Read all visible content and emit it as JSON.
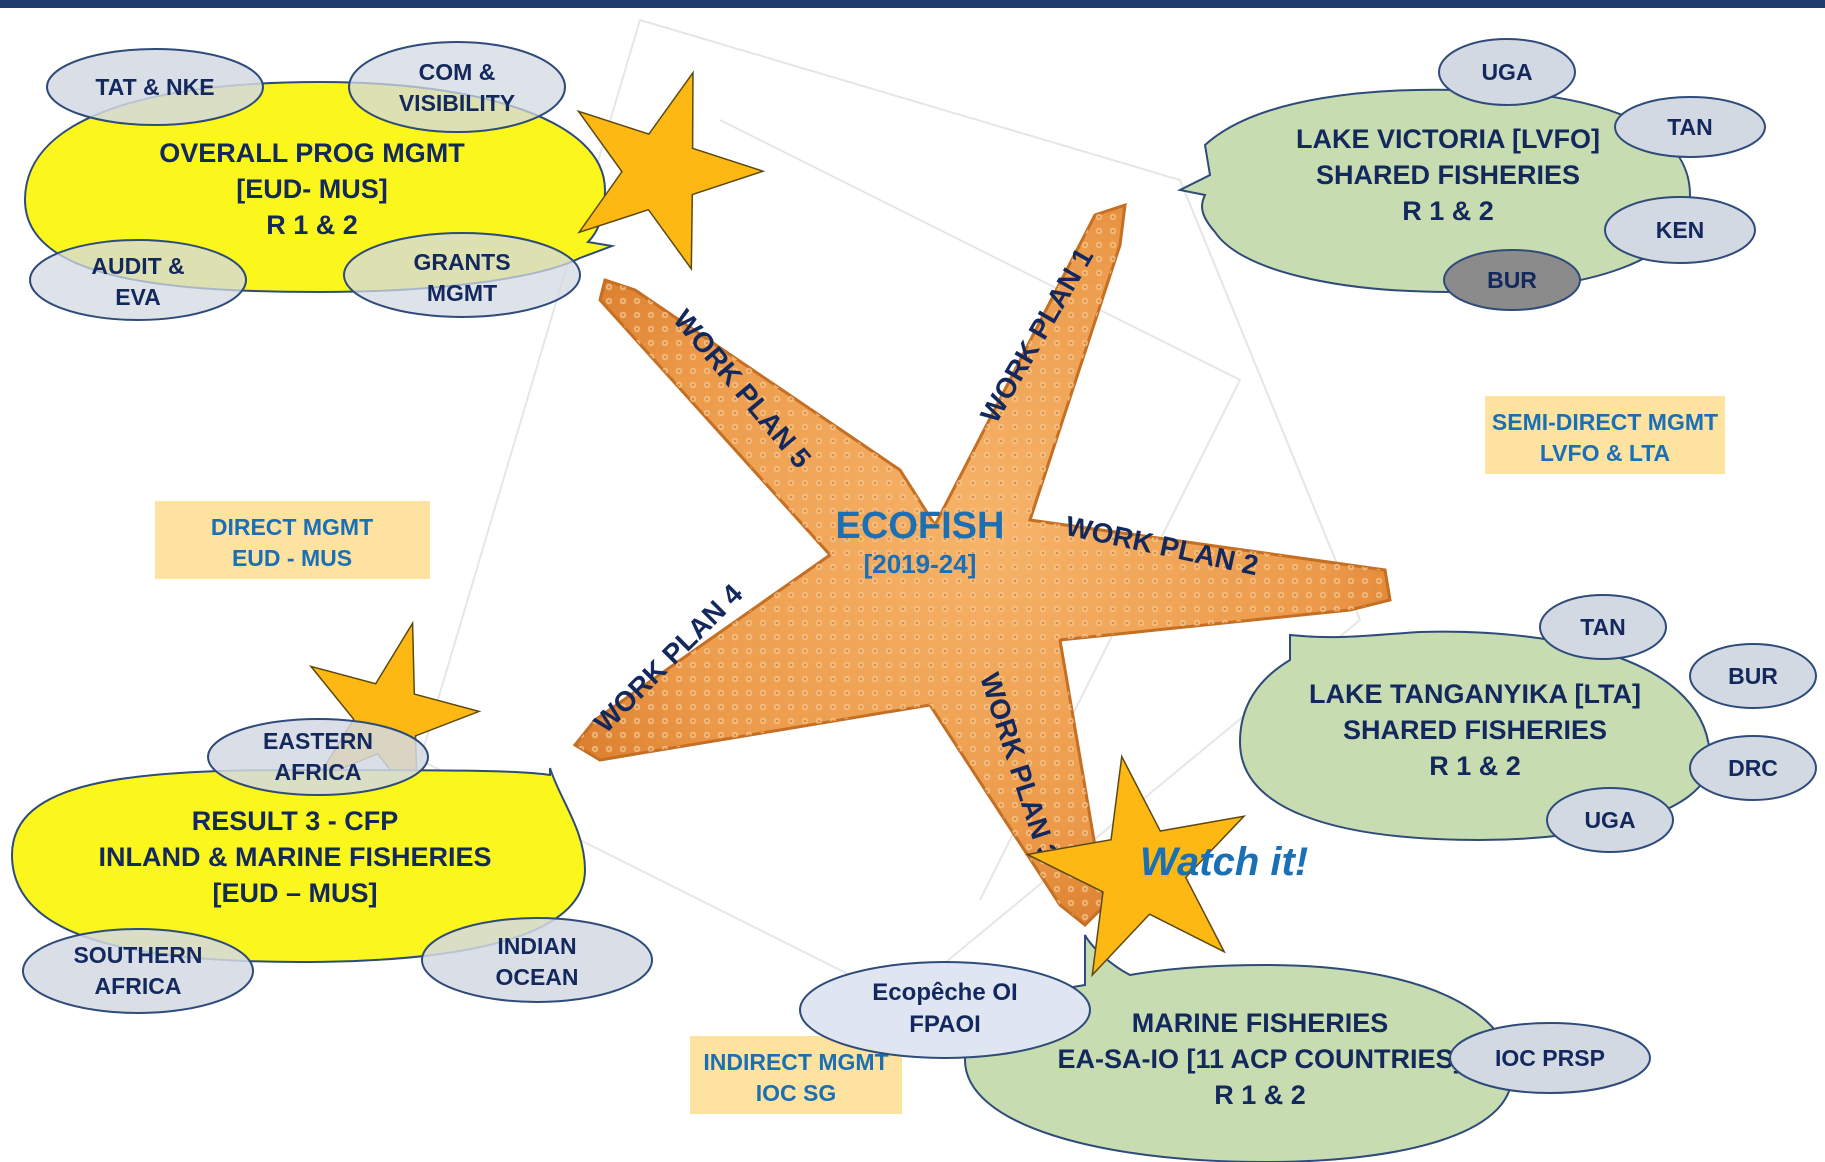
{
  "center": {
    "title": "ECOFISH",
    "years": "[2019-24]",
    "work_plans": [
      "WORK PLAN 1",
      "WORK PLAN 2",
      "WORK PLAN 3",
      "WORK PLAN 4",
      "WORK PLAN 5"
    ]
  },
  "overall_prog": {
    "lines": [
      "OVERALL PROG MGMT",
      "[EUD- MUS]",
      "R 1 & 2"
    ],
    "satellites": [
      {
        "lines": [
          "TAT & NKE"
        ]
      },
      {
        "lines": [
          "COM &",
          "VISIBILITY"
        ]
      },
      {
        "lines": [
          "AUDIT &",
          "EVA"
        ]
      },
      {
        "lines": [
          "GRANTS",
          "MGMT"
        ]
      }
    ]
  },
  "lake_victoria": {
    "lines": [
      "LAKE VICTORIA [LVFO]",
      "SHARED FISHERIES",
      "R 1 & 2"
    ],
    "satellites": [
      {
        "lines": [
          "UGA"
        ]
      },
      {
        "lines": [
          "TAN"
        ]
      },
      {
        "lines": [
          "KEN"
        ]
      },
      {
        "lines": [
          "BUR"
        ]
      }
    ]
  },
  "lake_tanganyika": {
    "lines": [
      "LAKE TANGANYIKA [LTA]",
      "SHARED FISHERIES",
      "R 1 & 2"
    ],
    "satellites": [
      {
        "lines": [
          "TAN"
        ]
      },
      {
        "lines": [
          "BUR"
        ]
      },
      {
        "lines": [
          "DRC"
        ]
      },
      {
        "lines": [
          "UGA"
        ]
      }
    ]
  },
  "result3": {
    "lines": [
      "RESULT 3 - CFP",
      "INLAND & MARINE FISHERIES",
      "[EUD – MUS]"
    ],
    "satellites": [
      {
        "lines": [
          "EASTERN",
          "AFRICA"
        ]
      },
      {
        "lines": [
          "SOUTHERN",
          "AFRICA"
        ]
      },
      {
        "lines": [
          "INDIAN",
          "OCEAN"
        ]
      }
    ]
  },
  "marine": {
    "lines": [
      "MARINE FISHERIES",
      "EA-SA-IO [11 ACP COUNTRIES]",
      "R 1 & 2"
    ],
    "satellites": [
      {
        "lines": [
          "Ecopêche OI",
          "FPAOI"
        ]
      },
      {
        "lines": [
          "IOC PRSP"
        ]
      }
    ]
  },
  "boxes": {
    "direct": [
      "DIRECT MGMT",
      "EUD - MUS"
    ],
    "semi_direct": [
      "SEMI-DIRECT MGMT",
      "LVFO & LTA"
    ],
    "indirect": [
      "INDIRECT MGMT",
      "IOC SG"
    ]
  },
  "watch_label": "Watch it!",
  "colors": {
    "yellow_bubble": "#fbf71c",
    "green_bubble": "#c7dcb0",
    "satellite": "#d3d9e3",
    "satellite_dark": "#8b8b8b",
    "box": "#fde2a0",
    "star": "#fdb813",
    "starfish": "#ec9a4a",
    "text_dark": "#13295e",
    "text_blue": "#1a6fb5"
  }
}
